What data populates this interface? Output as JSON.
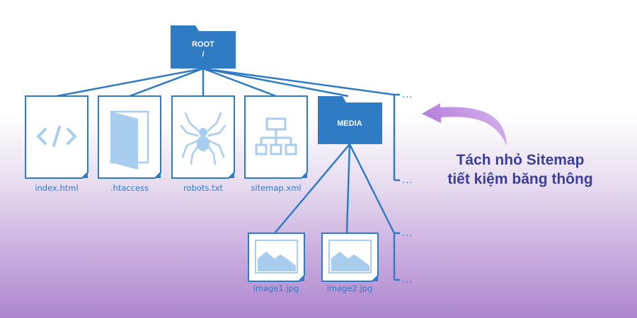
{
  "root": {
    "label": "ROOT",
    "sublabel": "/"
  },
  "media": {
    "label": "MEDIA"
  },
  "files": [
    {
      "name": "index.html",
      "icon": "code-icon"
    },
    {
      "name": ".htaccess",
      "icon": "door-icon"
    },
    {
      "name": "robots.txt",
      "icon": "spider-icon"
    },
    {
      "name": "sitemap.xml",
      "icon": "sitemap-icon"
    }
  ],
  "images": [
    {
      "name": "image1.jpg",
      "icon": "image-icon"
    },
    {
      "name": "image2.jpg",
      "icon": "image-icon"
    }
  ],
  "ellipsis": "...",
  "caption": {
    "line1": "Tách nhỏ Sitemap",
    "line2": "tiết kiệm băng thông"
  },
  "colors": {
    "blue": "#2f7bc4",
    "light_blue": "#a9cdee",
    "caption": "#3b3f9a",
    "arrow": "#c18ee0"
  }
}
